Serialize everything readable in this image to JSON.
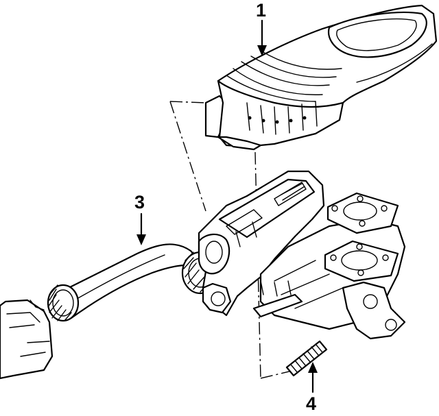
{
  "callouts": {
    "c1": "1",
    "c3": "3",
    "c4": "4"
  }
}
